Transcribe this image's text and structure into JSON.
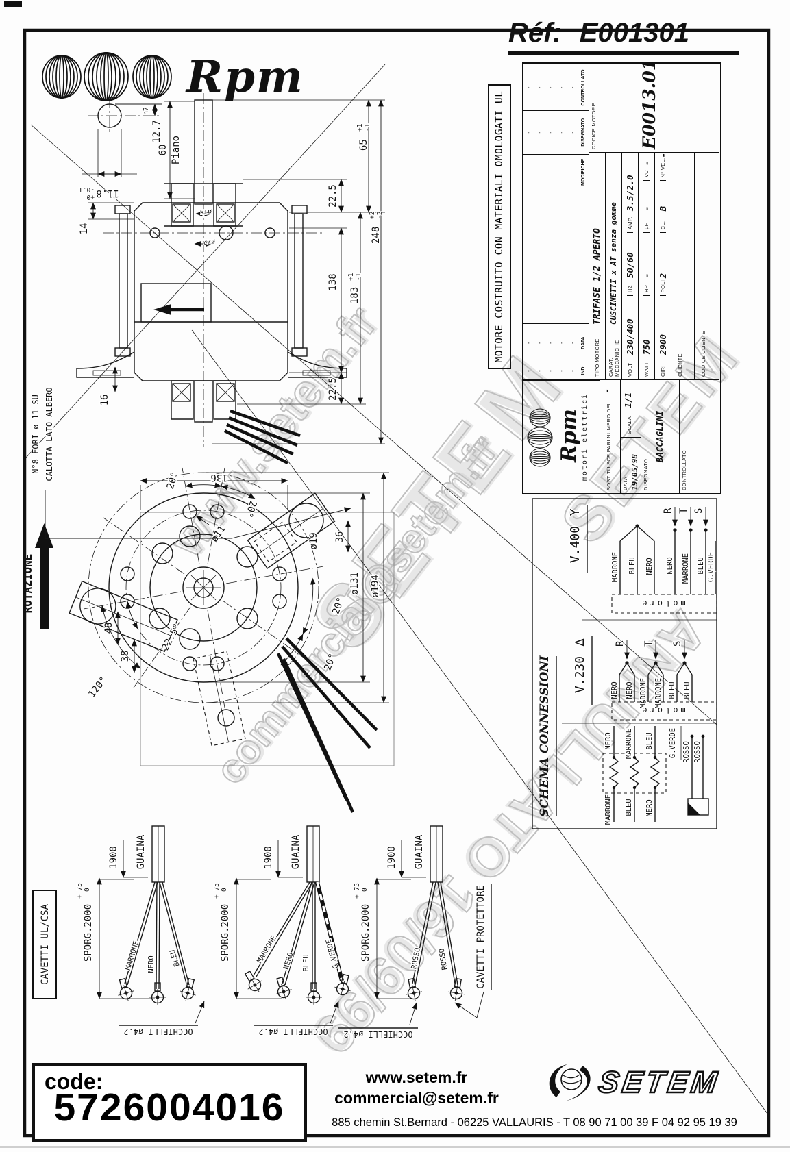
{
  "header": {
    "logo_text": "Rpm",
    "ref_label": "Réf:",
    "ref_value": "E001301"
  },
  "ul_note": "MOTORE COSTRUITO CON MATERIALI OMOLOGATI UL",
  "tb": {
    "logo_name": "Rpm",
    "logo_sub": "motori elettrici",
    "rev": {
      "ind": "IND",
      "data": "DATA",
      "modifiche": "MODIFICHE",
      "disegnato": "DISEGNATO",
      "controllato": "CONTROLLATO",
      "dash": "-"
    },
    "sost_label": "SOSTITUISCE PARI NUMERO DEL",
    "sost_value": "-",
    "data_label": "DATA",
    "data_value": "19/05/98",
    "scala_label": "SCALA",
    "scala_value": "1/1",
    "dis_label": "DISEGNATO",
    "dis_value": "BACCAGLINI",
    "contr_label": "CONTROLLATO",
    "tipo_label": "TIPO MOTORE",
    "tipo_value": "TRIFASE 1/2 APERTO",
    "carat_label": "CARAT. MECCANICHE",
    "carat_value": "CUSCINETTI x AT senza gomme",
    "volt_label": "VOLT",
    "volt_value": "230/400",
    "hz_label": "HZ",
    "hz_value": "50/60",
    "amp_label": "AMP.",
    "amp_value": "3.5/2.0",
    "watt_label": "WATT",
    "watt_value": "750",
    "hp_label": "HP",
    "hp_value": "-",
    "uf_label": "µF",
    "uf_value": "-",
    "vc_label": "VC",
    "vc_value": "-",
    "giri_label": "GIRI",
    "giri_value": "2900",
    "poli_label": "POLI",
    "poli_value": "2",
    "cl_label": "CL.",
    "cl_value": "B",
    "nvel_label": "N° VEL.",
    "nvel_value": "-",
    "cliente_label": "CLIENTE",
    "cod_cliente_label": "CODICE CLIENTE",
    "cod_motore_label": "CODICE MOTORE",
    "cod_motore_value": "E0013.01"
  },
  "side": {
    "d60": "60",
    "piano": "Piano",
    "d127": "12.7",
    "h7": "h7",
    "d118": "11.8",
    "d118tp": "+0",
    "d118tm": "-0.1",
    "d65": "65",
    "d65tp": "+1",
    "d65tm": "-1",
    "d225a": "22.5",
    "d248": "248",
    "d248tp": "+2",
    "d248tm": "-2",
    "d183": "183",
    "d183tp": "+1",
    "d183tm": "-1",
    "d138": "138",
    "d225b": "22.5",
    "d14": "14",
    "d16": "16",
    "d15": "ø15",
    "d22": "ø22"
  },
  "front": {
    "d136": "136",
    "a20a": "20°",
    "a20b": "20°",
    "d11": "ø11",
    "d19": "ø19",
    "d36": "36",
    "d131": "ø131",
    "d194": "ø194",
    "d48": "48",
    "d38": "38",
    "a225": "22.5°",
    "a120": "120°",
    "a20c": "20°",
    "a20d": "20°",
    "note1": "N°8 FORI ø 11 SU",
    "note2": "CALOTTA LATO ALBERO",
    "rot": "ROTAZIONE"
  },
  "schema": {
    "title": "SCHEMA CONNESSIONI",
    "v400": "V.400",
    "v400sym": "Y",
    "v230": "V.230",
    "v230sym": "∆",
    "motore": "motore",
    "r": "R",
    "t": "T",
    "s": "S",
    "w400": [
      "MARRONE",
      "BLEU",
      "NERO",
      "NERO",
      "MARRONE",
      "BLEU",
      "G.VERDE"
    ],
    "w230": [
      "NERO",
      "NERO",
      "MARRONE",
      "MARRONE",
      "BLEU",
      "BLEU"
    ],
    "wtop": [
      "NERO",
      "MARRONE",
      "BLEU"
    ],
    "wbot": [
      "MARRONE",
      "BLEU",
      "NERO"
    ],
    "gverde": "G.VERDE",
    "rosso1": "ROSSO",
    "rosso2": "ROSSO"
  },
  "cables": {
    "box": "CAVETTI UL/CSA",
    "prot": "CAVETTI PROTETTORE",
    "guaina": "GUAINA",
    "l1900": "1900",
    "sporg": "SPORG.2000",
    "sporgtp": "+ 75",
    "sporgtm": "0",
    "occ": "OCCHIELLI ø4.2",
    "g1": [
      "MARRONE",
      "NERO",
      "BLEU"
    ],
    "g2": [
      "MARRONE",
      "NERO",
      "BLEU",
      "G.VERDE"
    ],
    "g3": [
      "ROSSO",
      "ROSSO"
    ]
  },
  "wm": {
    "w1": "www.setem.fr",
    "w2": "SETEM",
    "w3": "commercial@setem.fr",
    "w4": "SETEM",
    "w5": "ANNULLATO 16/09/99"
  },
  "footer": {
    "code_label": "code:",
    "code_value": "5726004016",
    "site": "www.setem.fr",
    "email": "commercial@setem.fr",
    "brand": "SETEM",
    "address": "885 chemin St.Bernard - 06225 VALLAURIS - T 08 90 71 00 39 F 04 92 95 19 39"
  }
}
